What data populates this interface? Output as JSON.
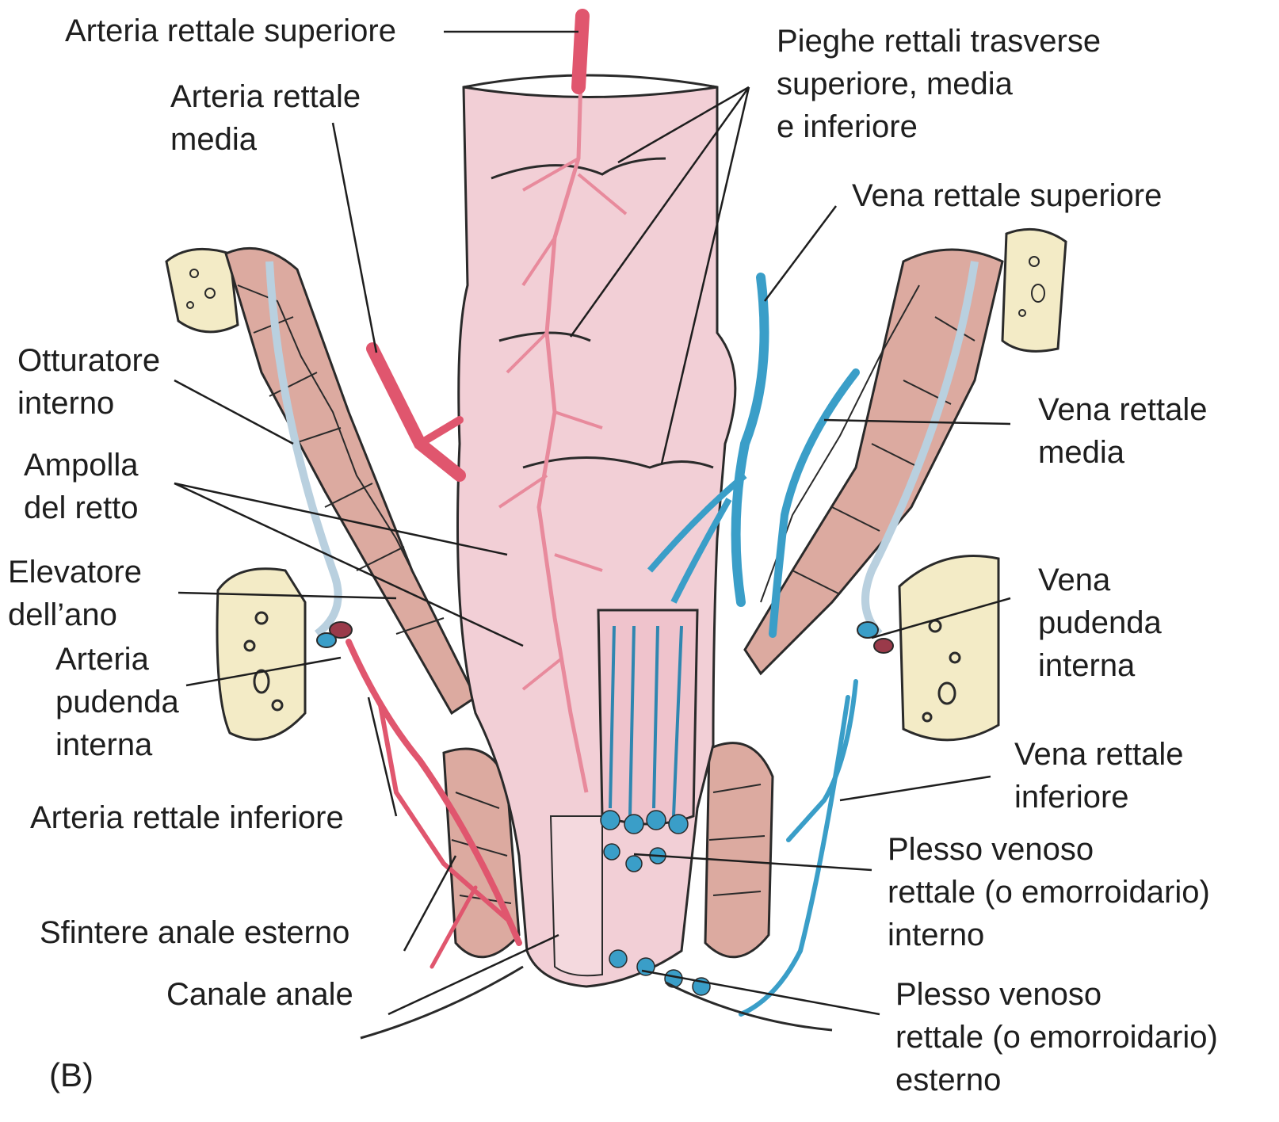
{
  "figure": {
    "panel_letter": "(B)",
    "labels": {
      "arteria_rettale_superiore": "Arteria rettale superiore",
      "arteria_rettale_media": "Arteria rettale\nmedia",
      "pieghe_rettali": "Pieghe rettali trasverse\nsuperiore, media\ne inferiore",
      "vena_rettale_superiore": "Vena rettale superiore",
      "otturatore_interno": "Otturatore\ninterno",
      "ampolla_del_retto": "Ampolla\ndel retto",
      "elevatore_dell_ano": "Elevatore\ndell’ano",
      "arteria_pudenda_interna": "Arteria\npudenda\ninterna",
      "vena_rettale_media": "Vena rettale\nmedia",
      "vena_pudenda_interna": "Vena\npudenda\ninterna",
      "vena_rettale_inferiore": "Vena rettale\ninferiore",
      "arteria_rettale_inferiore": "Arteria rettale inferiore",
      "plesso_venoso_interno": "Plesso venoso\nrettale (o emorroidario)\ninterno",
      "sfintere_anale_esterno": "Sfintere anale esterno",
      "canale_anale": "Canale anale",
      "plesso_venoso_esterno": "Plesso venoso\nrettale (o emorroidario)\nesterno"
    },
    "colors": {
      "artery": "#e0566e",
      "vein": "#3a9ec8",
      "mucosa": "#f2cfd6",
      "muscle": "#dcaaa0",
      "bone": "#f3ebc6",
      "outline": "#2a2a2a"
    }
  }
}
